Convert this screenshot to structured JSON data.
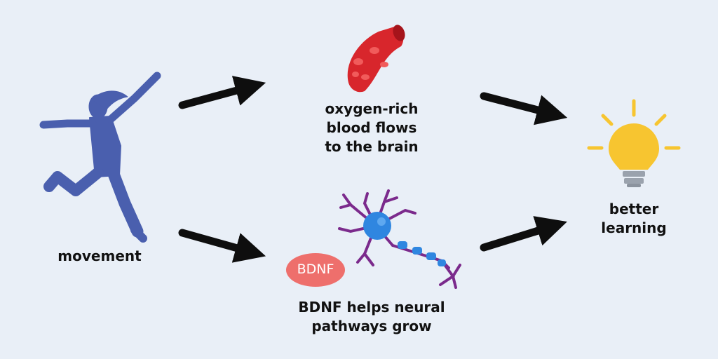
{
  "nodes": {
    "movement": {
      "label": "movement"
    },
    "blood": {
      "lines": [
        "oxygen-rich",
        "blood flows",
        "to the brain"
      ]
    },
    "bdnf": {
      "badge": "BDNF",
      "lines": [
        "BDNF helps neural",
        "pathways grow"
      ]
    },
    "learning": {
      "lines": [
        "better",
        "learning"
      ]
    }
  },
  "colors": {
    "background": "#e9eff7",
    "figure": "#4a5fae",
    "arrow": "#0e0e0e",
    "bdnf_badge": "#ee6f6c",
    "vessel": "#d8262c",
    "neuron": "#7b2a8c",
    "nucleus": "#2f86e0",
    "bulb": "#f7c530"
  },
  "icons": [
    "dancing-person-icon",
    "blood-vessel-icon",
    "neuron-icon",
    "lightbulb-icon",
    "arrow-icon"
  ]
}
